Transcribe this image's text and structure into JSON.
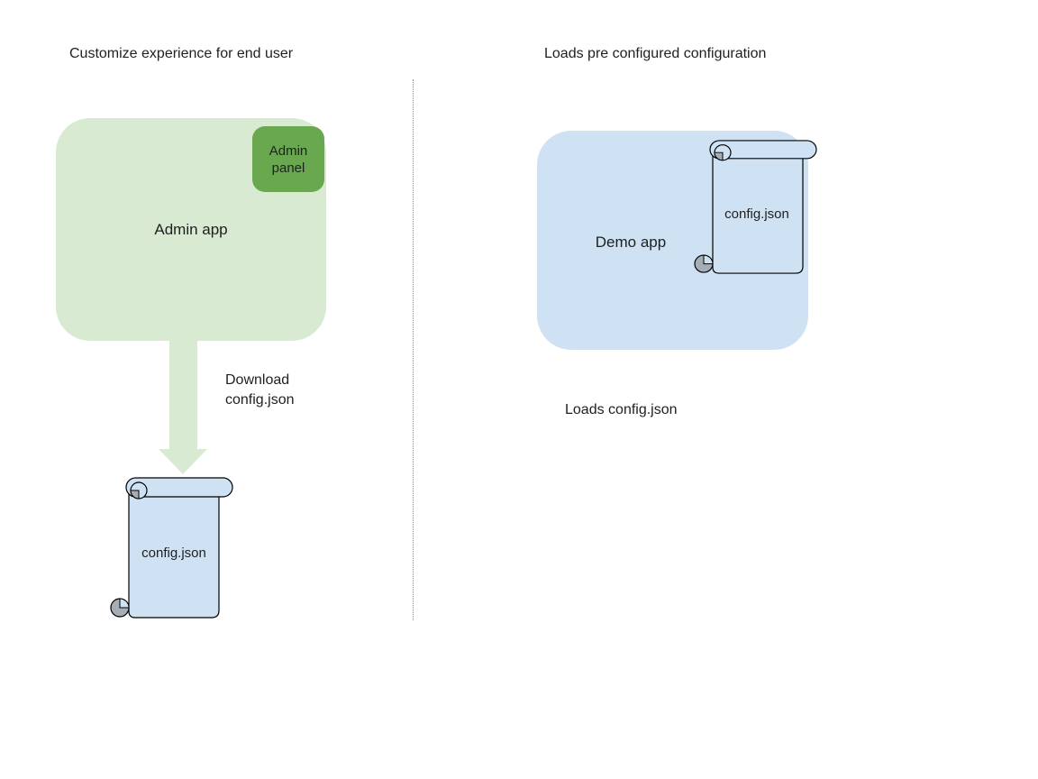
{
  "colors": {
    "light_green": "#d9ead3",
    "dark_green": "#6aa84f",
    "light_blue": "#cfe2f3",
    "curl_gray": "#a5adb5",
    "outline_black": "#000000",
    "divider_gray": "#8a8a8a",
    "text": "#1f1f1f"
  },
  "icons": {
    "download_arrow": "thick-down-arrow-icon",
    "config_file": "vertical-scroll-shape-icon"
  },
  "left": {
    "heading": "Customize experience for end user",
    "admin_app_label": "Admin app",
    "admin_panel_label": "Admin panel",
    "arrow_caption": "Download\nconfig.json",
    "file_label": "config.json"
  },
  "right": {
    "heading": "Loads pre configured configuration",
    "demo_app_label": "Demo app",
    "file_label": "config.json",
    "caption": "Loads config.json"
  }
}
